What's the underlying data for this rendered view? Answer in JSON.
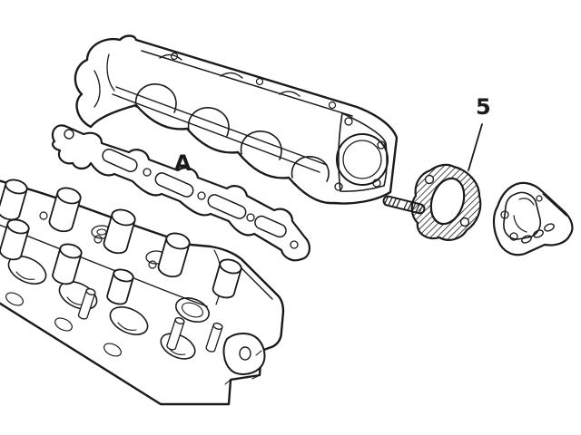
{
  "figure": {
    "kind": "exploded-parts-line-drawing",
    "subject": "Engine cylinder head with intake manifold, manifold gasket, threaded stud, hatched flange gasket and end cover plate",
    "ink_color": "#1a1a1a",
    "background_color": "#ffffff"
  },
  "callouts": [
    {
      "label": "A",
      "part": "intake-manifold-gasket",
      "has_leader_line": false
    },
    {
      "label": "5",
      "part": "hatched-flange-gasket",
      "has_leader_line": true
    }
  ],
  "parts": [
    {
      "name": "intake-manifold",
      "callout": ""
    },
    {
      "name": "intake-manifold-gasket",
      "callout": "A"
    },
    {
      "name": "cylinder-head",
      "callout": ""
    },
    {
      "name": "threaded-stud",
      "callout": ""
    },
    {
      "name": "hatched-flange-gasket",
      "callout": "5"
    },
    {
      "name": "end-cover-plate",
      "callout": ""
    }
  ]
}
